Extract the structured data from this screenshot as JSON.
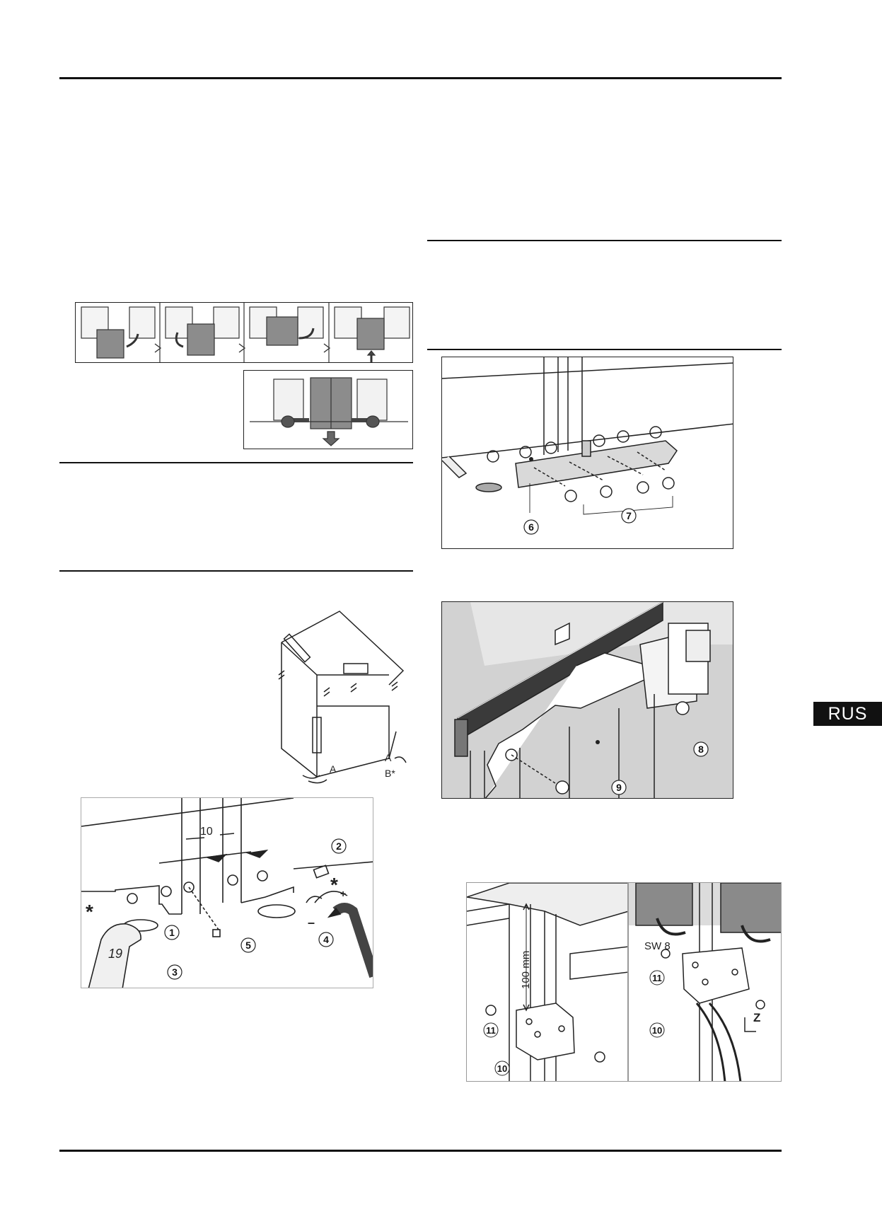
{
  "side_tab": {
    "language": "RUS"
  },
  "figures": {
    "fig_steps": {
      "panels": 4
    },
    "fig_feet": {
      "callouts": [
        "A",
        "A",
        "B*"
      ]
    },
    "fig_adjust": {
      "dimension": "10",
      "callouts": [
        "1",
        "2",
        "3",
        "4",
        "5"
      ],
      "wrench_size": "19",
      "plus": "+",
      "minus": "–",
      "asterisk": "*"
    },
    "fig_bracket": {
      "callouts": [
        "6",
        "7"
      ]
    },
    "fig_rail": {
      "callouts": [
        "8",
        "9"
      ]
    },
    "fig_top_left": {
      "dimension": "100 mm",
      "callouts": [
        "11",
        "10"
      ]
    },
    "fig_top_right": {
      "tool": "SW 8",
      "callouts": [
        "11",
        "10"
      ],
      "mark": "Z"
    }
  }
}
